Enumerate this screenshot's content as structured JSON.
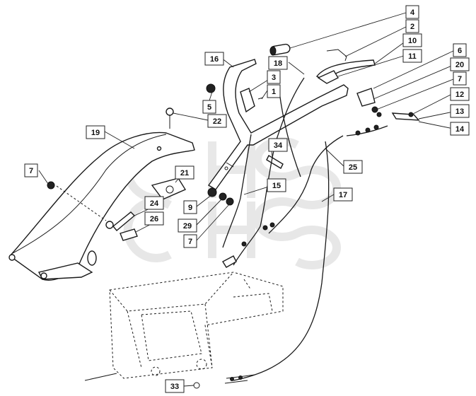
{
  "diagram": {
    "callouts": [
      {
        "id": "c4",
        "label": "4"
      },
      {
        "id": "c2",
        "label": "2"
      },
      {
        "id": "c10",
        "label": "10"
      },
      {
        "id": "c6",
        "label": "6"
      },
      {
        "id": "c11",
        "label": "11"
      },
      {
        "id": "c16",
        "label": "16"
      },
      {
        "id": "c18",
        "label": "18"
      },
      {
        "id": "c20",
        "label": "20"
      },
      {
        "id": "c3",
        "label": "3"
      },
      {
        "id": "c7a",
        "label": "7"
      },
      {
        "id": "c1",
        "label": "1"
      },
      {
        "id": "c12",
        "label": "12"
      },
      {
        "id": "c5",
        "label": "5"
      },
      {
        "id": "c13",
        "label": "13"
      },
      {
        "id": "c22",
        "label": "22"
      },
      {
        "id": "c14",
        "label": "14"
      },
      {
        "id": "c19",
        "label": "19"
      },
      {
        "id": "c34",
        "label": "34"
      },
      {
        "id": "c25",
        "label": "25"
      },
      {
        "id": "c7b",
        "label": "7"
      },
      {
        "id": "c21",
        "label": "21"
      },
      {
        "id": "c15",
        "label": "15"
      },
      {
        "id": "c17",
        "label": "17"
      },
      {
        "id": "c24",
        "label": "24"
      },
      {
        "id": "c9",
        "label": "9"
      },
      {
        "id": "c26",
        "label": "26"
      },
      {
        "id": "c29",
        "label": "29"
      },
      {
        "id": "c7c",
        "label": "7"
      },
      {
        "id": "c33",
        "label": "33"
      }
    ]
  }
}
